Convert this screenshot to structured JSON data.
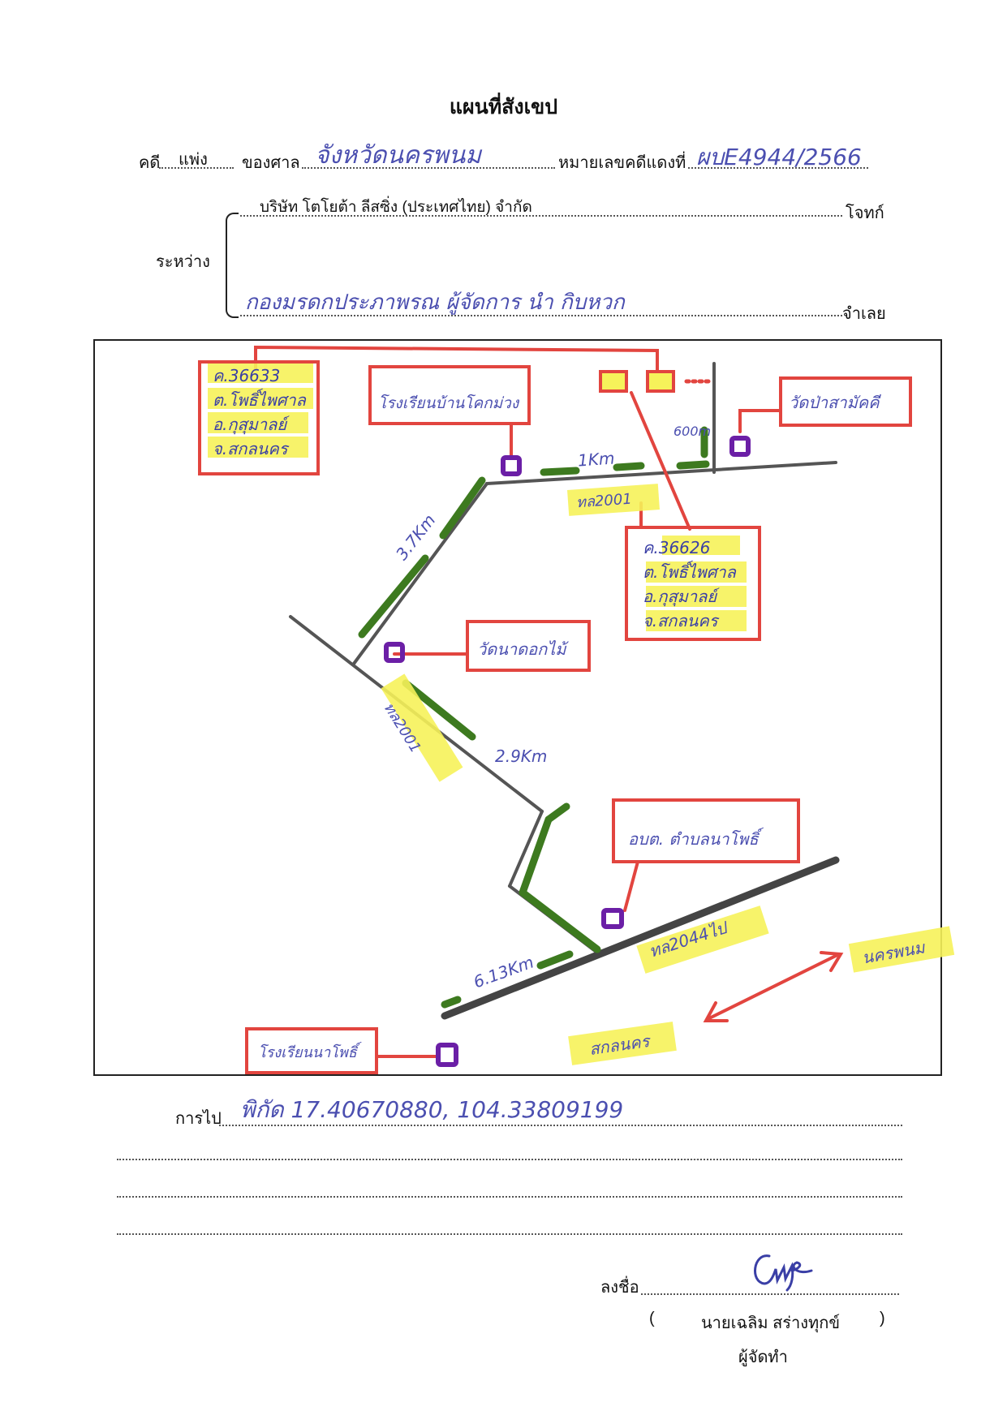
{
  "header": {
    "title": "แผนที่สังเขป",
    "case_label": "คดี",
    "case_type": "แพ่ง",
    "court_label": "ของศาล",
    "court_name": "จังหวัดนครพนม",
    "red_case_label": "หมายเลขคดีแดงที่",
    "red_case_number": "ผบE4944/2566"
  },
  "parties": {
    "between_label": "ระหว่าง",
    "plaintiff_name": "บริษัท โตโยต้า ลีสซิ่ง (ประเทศไทย) จำกัด",
    "plaintiff_label": "โจทก์",
    "defendant_name": "กองมรดกประภาพรณ   ผู้จัดการ  นำ  กิบหวก",
    "defendant_label": "จำเลย"
  },
  "map": {
    "boxes": {
      "plot_left": [
        "ค.36633",
        "ต.โพธิ์ไพศาล",
        "อ.กุสุมาลย์",
        "จ.สกลนคร"
      ],
      "plot_right": [
        "ค.36626",
        "ต.โพธิ์ไพศาล",
        "อ.กุสุมาลย์",
        "จ.สกลนคร"
      ],
      "school_top": "โรงเรียนบ้านโคกม่วง",
      "temple_top": "วัดป่าสามัคคี",
      "temple_mid": "วัดนาดอกไม้",
      "sao": "อบต. ตำบลนาโพธิ์",
      "school_bottom": "โรงเรียนนาโพธิ์"
    },
    "road_labels": {
      "road_top": "ทล2001",
      "road_diag": "ทล2001",
      "road_main": "ทล2044ไป"
    },
    "distances": {
      "d_600m": "600m",
      "d_1km": "1Km",
      "d_37km": "3.7Km",
      "d_29km": "2.9Km",
      "d_613km": "6.13Km"
    },
    "directions": {
      "east": "นครพนม",
      "west": "สกลนคร"
    },
    "colors": {
      "frame_red": "#e2453f",
      "road_gray": "#555555",
      "route_green": "#3d7a1f",
      "highlight_yellow": "#f6f25a",
      "marker_purple": "#6b1fa6",
      "ink_blue": "#4b4fb0"
    }
  },
  "route": {
    "label": "การไป",
    "coordinates": "พิกัด  17.40670880, 104.33809199"
  },
  "signature": {
    "sign_label": "ลงชื่อ",
    "open_paren": "(",
    "name": "นายเฉลิม  สร่างทุกข์",
    "close_paren": ")",
    "role": "ผู้จัดทำ"
  }
}
